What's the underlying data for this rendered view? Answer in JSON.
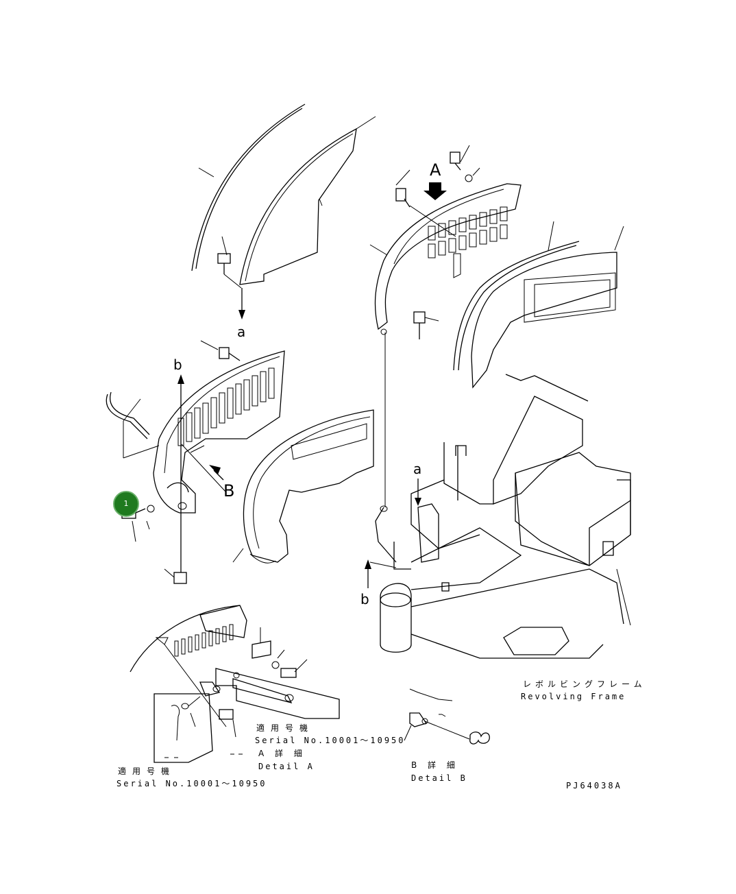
{
  "labels": {
    "detail_a_marker": "A",
    "detail_b_marker": "B",
    "ref_a_top": "a",
    "ref_a_right": "a",
    "ref_b_left": "b",
    "ref_b_right": "b",
    "revolving_frame_jp": "レボルビングフレーム",
    "revolving_frame_en": "Revolving Frame",
    "serial_jp_a": "適用号機",
    "serial_en_a": "Serial No.10001～10950",
    "detail_a_jp": "A 詳 細",
    "detail_a_en": "Detail A",
    "serial_jp_b": "適用号機",
    "serial_en_b": "Serial No.10001～10950",
    "detail_b_jp": "B 詳 細",
    "detail_b_en": "Detail B",
    "drawing_code": "PJ64038A"
  },
  "callouts": [
    {
      "number": "1",
      "color": "#1f7a1f"
    }
  ],
  "colors": {
    "line": "#000000",
    "background": "#ffffff",
    "callout": "#1f7a1f"
  }
}
